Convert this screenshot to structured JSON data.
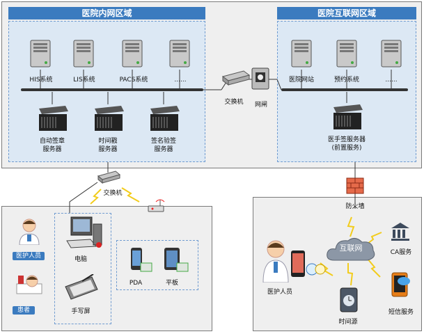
{
  "intranet": {
    "title": "医院内网区域",
    "systems": [
      "HIS系统",
      "LIS系统",
      "PACS系统",
      "......"
    ],
    "servers": [
      {
        "line1": "自动签章",
        "line2": "服务器"
      },
      {
        "line1": "时间戳",
        "line2": "服务器"
      },
      {
        "line1": "签名验签",
        "line2": "服务器"
      }
    ]
  },
  "internet_zone": {
    "title": "医院互联网区域",
    "systems": [
      "医院网站",
      "预约系统",
      "......"
    ],
    "server": {
      "line1": "医手签服务器",
      "line2": "(前置服务)"
    }
  },
  "middle": {
    "switch": "交换机",
    "gateway": "网闸"
  },
  "lower_left": {
    "switch": "交换机",
    "roles": [
      "医护人员",
      "患者"
    ],
    "devices": [
      "电脑",
      "手写屏",
      "PDA",
      "平板"
    ]
  },
  "lower_right": {
    "firewall": "防火墙",
    "cloud": "互联网",
    "staff": "医护人员",
    "time_source": "时间源",
    "ca": "CA服务",
    "sms": "短信服务"
  },
  "colors": {
    "title_bg": "#3b7bbf",
    "zone_bg": "#dce8f4",
    "panel_bg": "#efefef"
  }
}
